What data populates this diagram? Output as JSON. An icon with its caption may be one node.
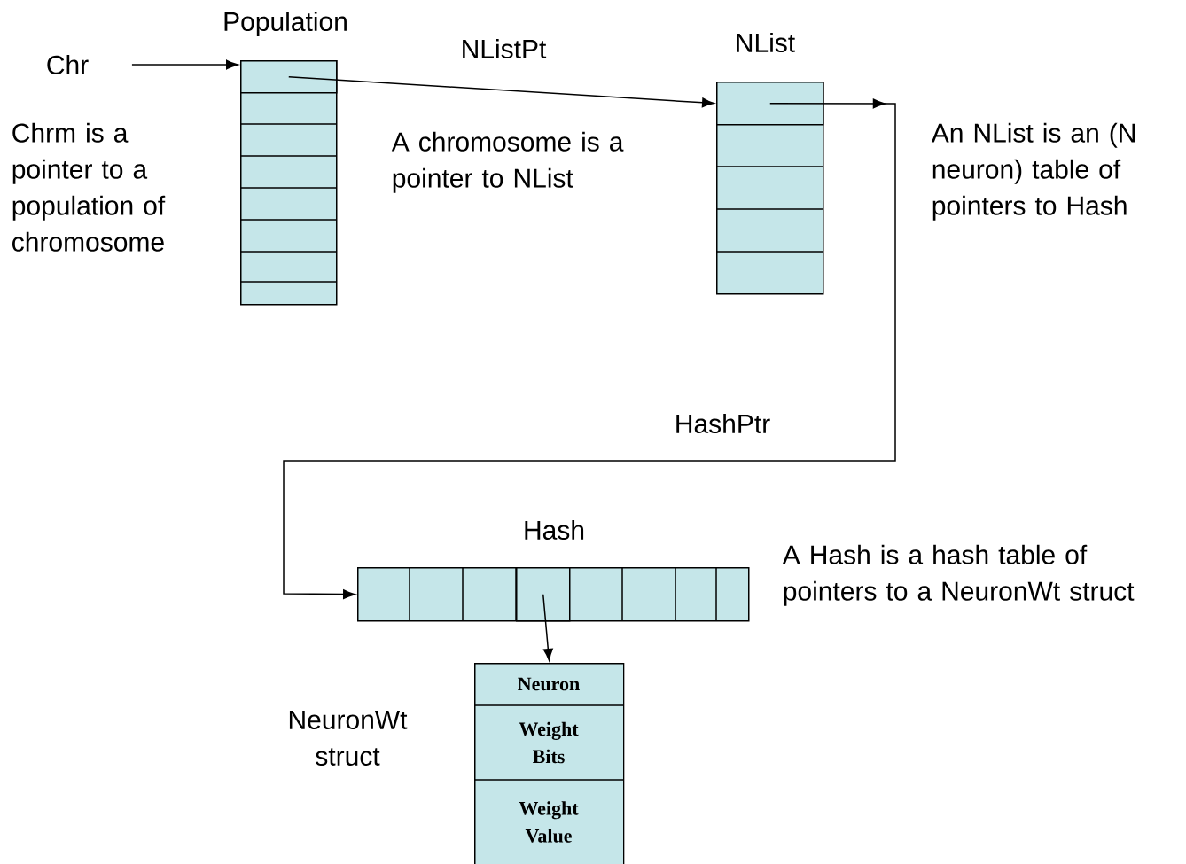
{
  "diagram": {
    "nodes": [
      {
        "text": [
          "Chr"
        ]
      },
      {
        "text": [
          "Population"
        ]
      },
      {
        "text": [],
        "shape": "box",
        "in": 1
      },
      {
        "text": [
          "NList"
        ]
      },
      {
        "text": [],
        "shape": "box",
        "in": 3
      },
      {
        "text": [
          "Hash"
        ]
      },
      {
        "text": [],
        "shape": "box",
        "in": 5
      },
      {
        "text": [
          "Neuron",
          "Weight Bits",
          "Weight Value"
        ],
        "beside": [
          "NeuronWt struct"
        ]
      }
    ],
    "edges": [
      {
        "from": 0,
        "to": 2,
        "arrow": "to"
      },
      {
        "from": 2,
        "to": 4,
        "arrow": "to",
        "label": "NListPt"
      },
      {
        "from": 4,
        "to": 5,
        "arrow": "to",
        "label": "HashPtr"
      },
      {
        "from": 6,
        "to": 7,
        "arrow": "to"
      }
    ],
    "labels": [
      "Chrm is a pointer to a population of chromosome",
      "A chromosome is a pointer to NList",
      "An NList is an (N neuron) table of pointers to Hash",
      "A Hash is a hash table of pointers to a NeuronWt struct"
    ]
  }
}
